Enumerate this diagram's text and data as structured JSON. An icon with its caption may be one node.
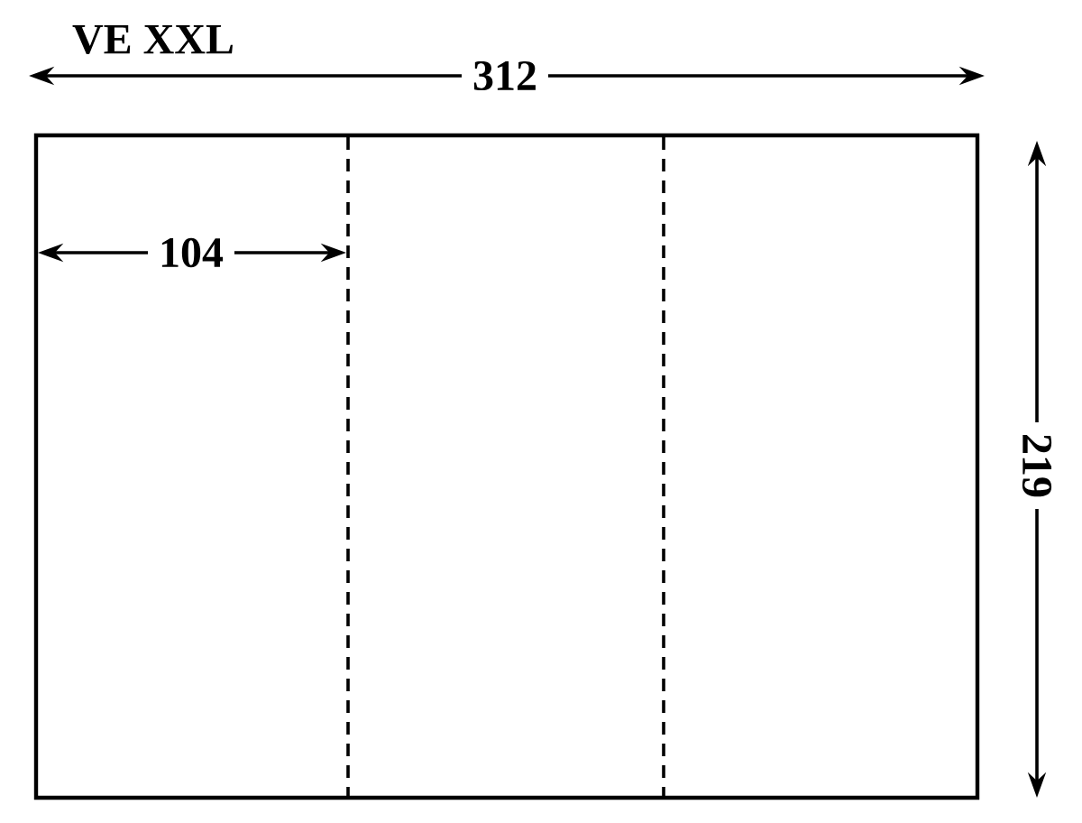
{
  "diagram": {
    "labels": [
      "VE XXL",
      "312",
      "104",
      "219"
    ]
  }
}
